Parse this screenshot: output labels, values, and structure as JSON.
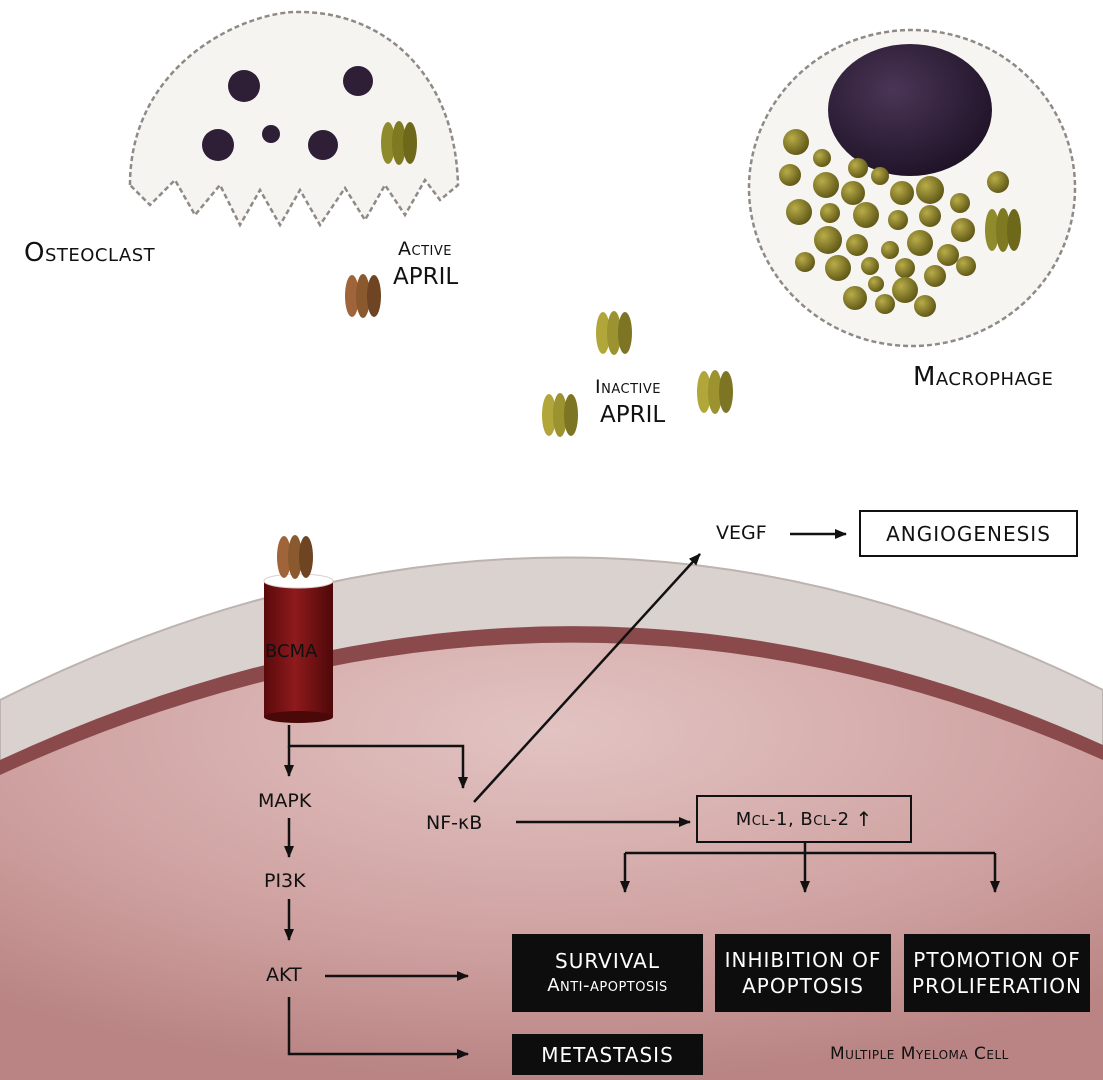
{
  "labels": {
    "osteoclast": "Osteoclast",
    "active_april_line1": "Active",
    "active_april_line2": "APRIL",
    "inactive_april_line1": "Inactive",
    "inactive_april_line2": "APRIL",
    "macrophage": "Macrophage",
    "bcma": "BCMA",
    "multiple_myeloma_cell": "Multiple Myeloma Cell"
  },
  "pathway": {
    "vegf": "VEGF",
    "mapk": "MAPK",
    "nfkb": "NF-κB",
    "pi3k": "PI3K",
    "akt": "AKT",
    "mcl_bcl": "Mcl-1, Bcl-2",
    "up_arrow": "↑"
  },
  "outcomes": {
    "angiogenesis": "ANGIOGENESIS",
    "survival_line1": "SURVIVAL",
    "survival_line2": "Anti-apoptosis",
    "inhibition_line1": "INHIBITION OF",
    "inhibition_line2": "APOPTOSIS",
    "promotion_line1": "PTOMOTION OF",
    "promotion_line2": "PROLIFERATION",
    "metastasis": "METASTASIS"
  },
  "colors": {
    "active_april": "#8a5a2e",
    "inactive_april": "#9c9230",
    "bcma": "#7a1214",
    "cell_membrane": "#d6cfcc",
    "cytoplasm": "#c99a98",
    "nucleus": "#2e1e36"
  },
  "icons": [
    "april-trimer-icon",
    "osteoclast-cell-icon",
    "macrophage-cell-icon",
    "bcma-receptor-icon"
  ]
}
